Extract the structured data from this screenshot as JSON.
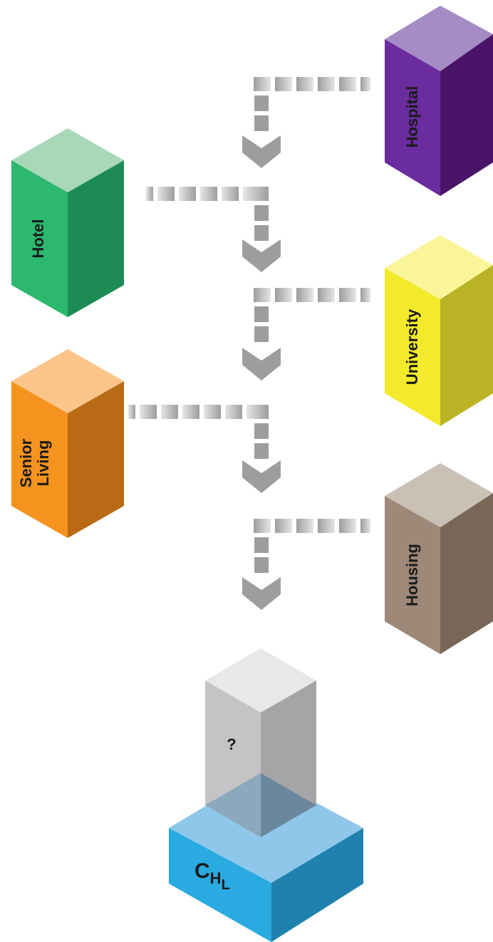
{
  "blocks": {
    "hospital": {
      "label": "Hospital",
      "top": "#a58cc4",
      "left": "#6a2c9e",
      "right": "#4a1468"
    },
    "hotel": {
      "label": "Hotel",
      "top": "#a8d8b8",
      "left": "#2cb86e",
      "right": "#1c8c54"
    },
    "university": {
      "label": "University",
      "top": "#fbf59a",
      "left": "#f2ea2b",
      "right": "#bab326"
    },
    "senior": {
      "label_line1": "Senior",
      "label_line2": "Living",
      "top": "#fbc58a",
      "left": "#f5931f",
      "right": "#b86a15"
    },
    "housing": {
      "label": "Housing",
      "top": "#cbc0b5",
      "left": "#9e8878",
      "right": "#786657"
    },
    "unknown": {
      "label": "?",
      "top": "#e8e8ea",
      "left": "#c4c4c6",
      "right": "#a5a5a7"
    }
  },
  "base": {
    "label_main": "C",
    "label_sub": "H",
    "label_subsub": "L",
    "top": "#8ec7ea",
    "left": "#29aae1",
    "right": "#1f82ae"
  },
  "connector_color": "#9d9d9f"
}
